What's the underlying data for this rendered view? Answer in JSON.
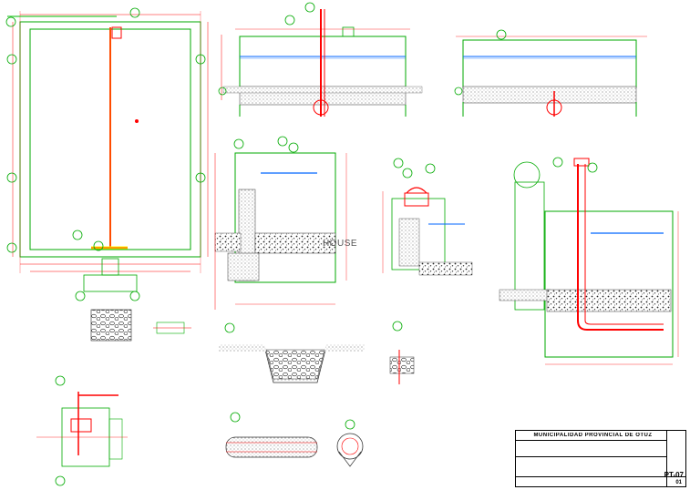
{
  "watermark": "HOUSE",
  "title_block": {
    "institution": "MUNICIPALIDAD PROVINCIAL DE OTUZ",
    "sheet_code": "PT-07",
    "sheet_number": "01"
  },
  "colors": {
    "outline": "#00aa00",
    "pipe": "#ff0000",
    "pipe_accent": "#ffff00",
    "water": "#0066ff",
    "dimension": "#ff0000",
    "label": "#00bb00",
    "hatch": "#333333"
  },
  "icons": [
    "logo-seal-icon"
  ]
}
